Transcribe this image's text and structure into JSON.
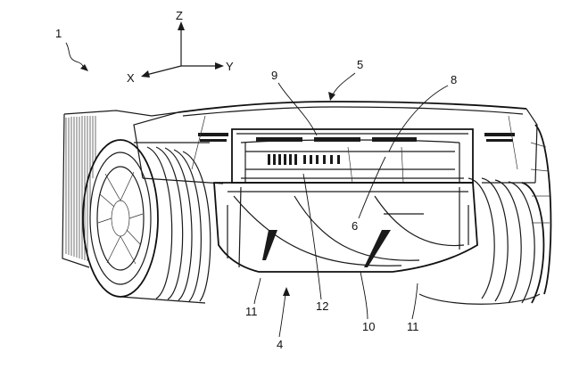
{
  "axes": {
    "z": "Z",
    "y": "Y",
    "x": "X"
  },
  "callouts": {
    "fig": "1",
    "body": "5",
    "wing": "9",
    "slot": "8",
    "diffuser": "6",
    "channel": "12",
    "fin": "10",
    "wheel_left": "11",
    "wheel_right": "11",
    "underbody": "4"
  }
}
